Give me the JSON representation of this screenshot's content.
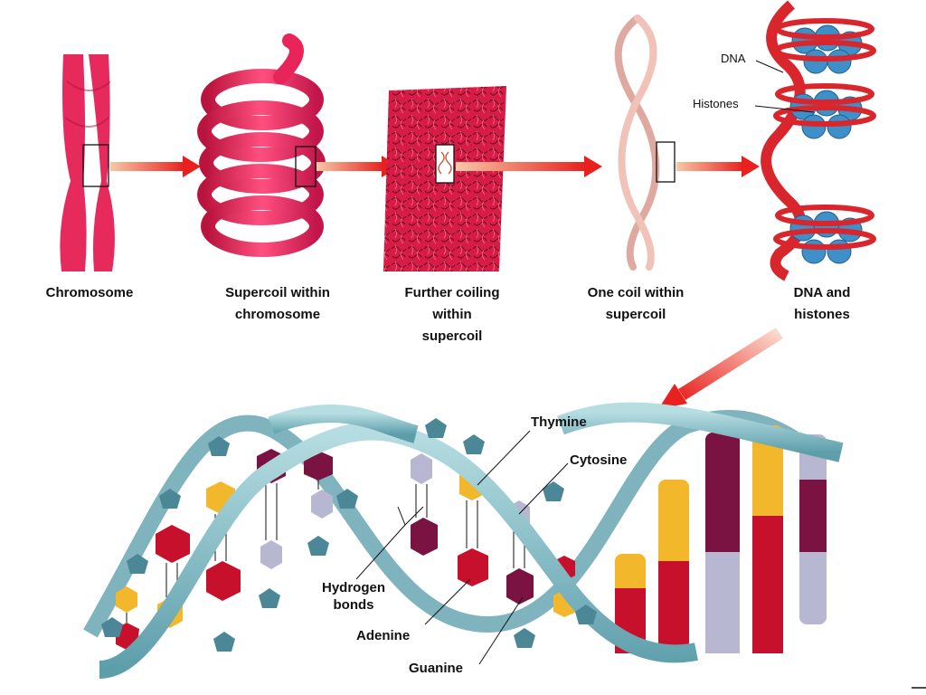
{
  "stages": [
    {
      "label": "Chromosome"
    },
    {
      "label": "Supercoil within\nchromosome"
    },
    {
      "label": "Further coiling\nwithin\nsupercoil"
    },
    {
      "label": "One coil within\nsupercoil"
    },
    {
      "label": "DNA and\nhistones"
    }
  ],
  "histone_callouts": {
    "dna": "DNA",
    "histones": "Histones"
  },
  "helix_callouts": {
    "thymine": "Thymine",
    "cytosine": "Cytosine",
    "hydrogen_bonds": "Hydrogen\nbonds",
    "adenine": "Adenine",
    "guanine": "Guanine"
  },
  "colors": {
    "chromatin": "#e8245a",
    "backbone": "#8fc4cc",
    "phosphate": "#4b8796",
    "adenine": "#c7112c",
    "thymine": "#f2b72a",
    "guanine": "#7a1342",
    "cytosine": "#b7b7d2",
    "histone": "#3f8fc8",
    "arrow": "#e8201e"
  }
}
